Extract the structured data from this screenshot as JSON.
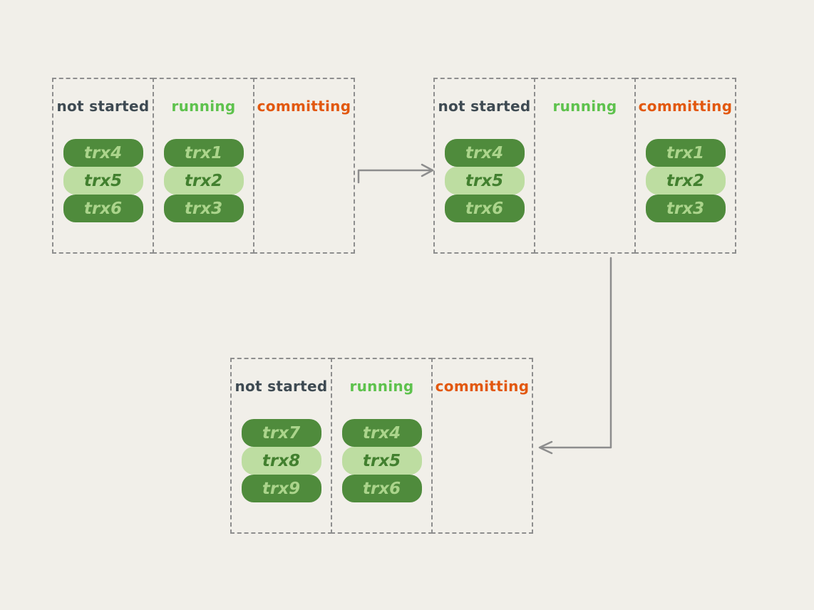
{
  "palette": {
    "background": "#f1efe9",
    "panel_border": "#8e8e8e",
    "arrow": "#8d8d8d",
    "not_started_text": "#3e4a52",
    "running_text": "#5ec24d",
    "committing_text": "#e2580f",
    "pill_dark_bg": "#4f8b3c",
    "pill_dark_text": "#abd48b",
    "pill_light_bg": "#bddda1",
    "pill_light_text": "#42802f"
  },
  "groups": [
    {
      "name": "top-left",
      "columns": [
        {
          "label": "not started",
          "items": [
            "trx4",
            "trx5",
            "trx6"
          ]
        },
        {
          "label": "running",
          "items": [
            "trx1",
            "trx2",
            "trx3"
          ]
        },
        {
          "label": "committing",
          "items": []
        }
      ]
    },
    {
      "name": "top-right",
      "columns": [
        {
          "label": "not started",
          "items": [
            "trx4",
            "trx5",
            "trx6"
          ]
        },
        {
          "label": "running",
          "items": []
        },
        {
          "label": "committing",
          "items": [
            "trx1",
            "trx2",
            "trx3"
          ]
        }
      ]
    },
    {
      "name": "bottom",
      "columns": [
        {
          "label": "not started",
          "items": [
            "trx7",
            "trx8",
            "trx9"
          ]
        },
        {
          "label": "running",
          "items": [
            "trx4",
            "trx5",
            "trx6"
          ]
        },
        {
          "label": "committing",
          "items": []
        }
      ]
    }
  ],
  "arrows": [
    {
      "name": "arrow-top-left-to-top-right",
      "direction": "right"
    },
    {
      "name": "arrow-top-right-to-bottom",
      "direction": "down-left"
    }
  ]
}
